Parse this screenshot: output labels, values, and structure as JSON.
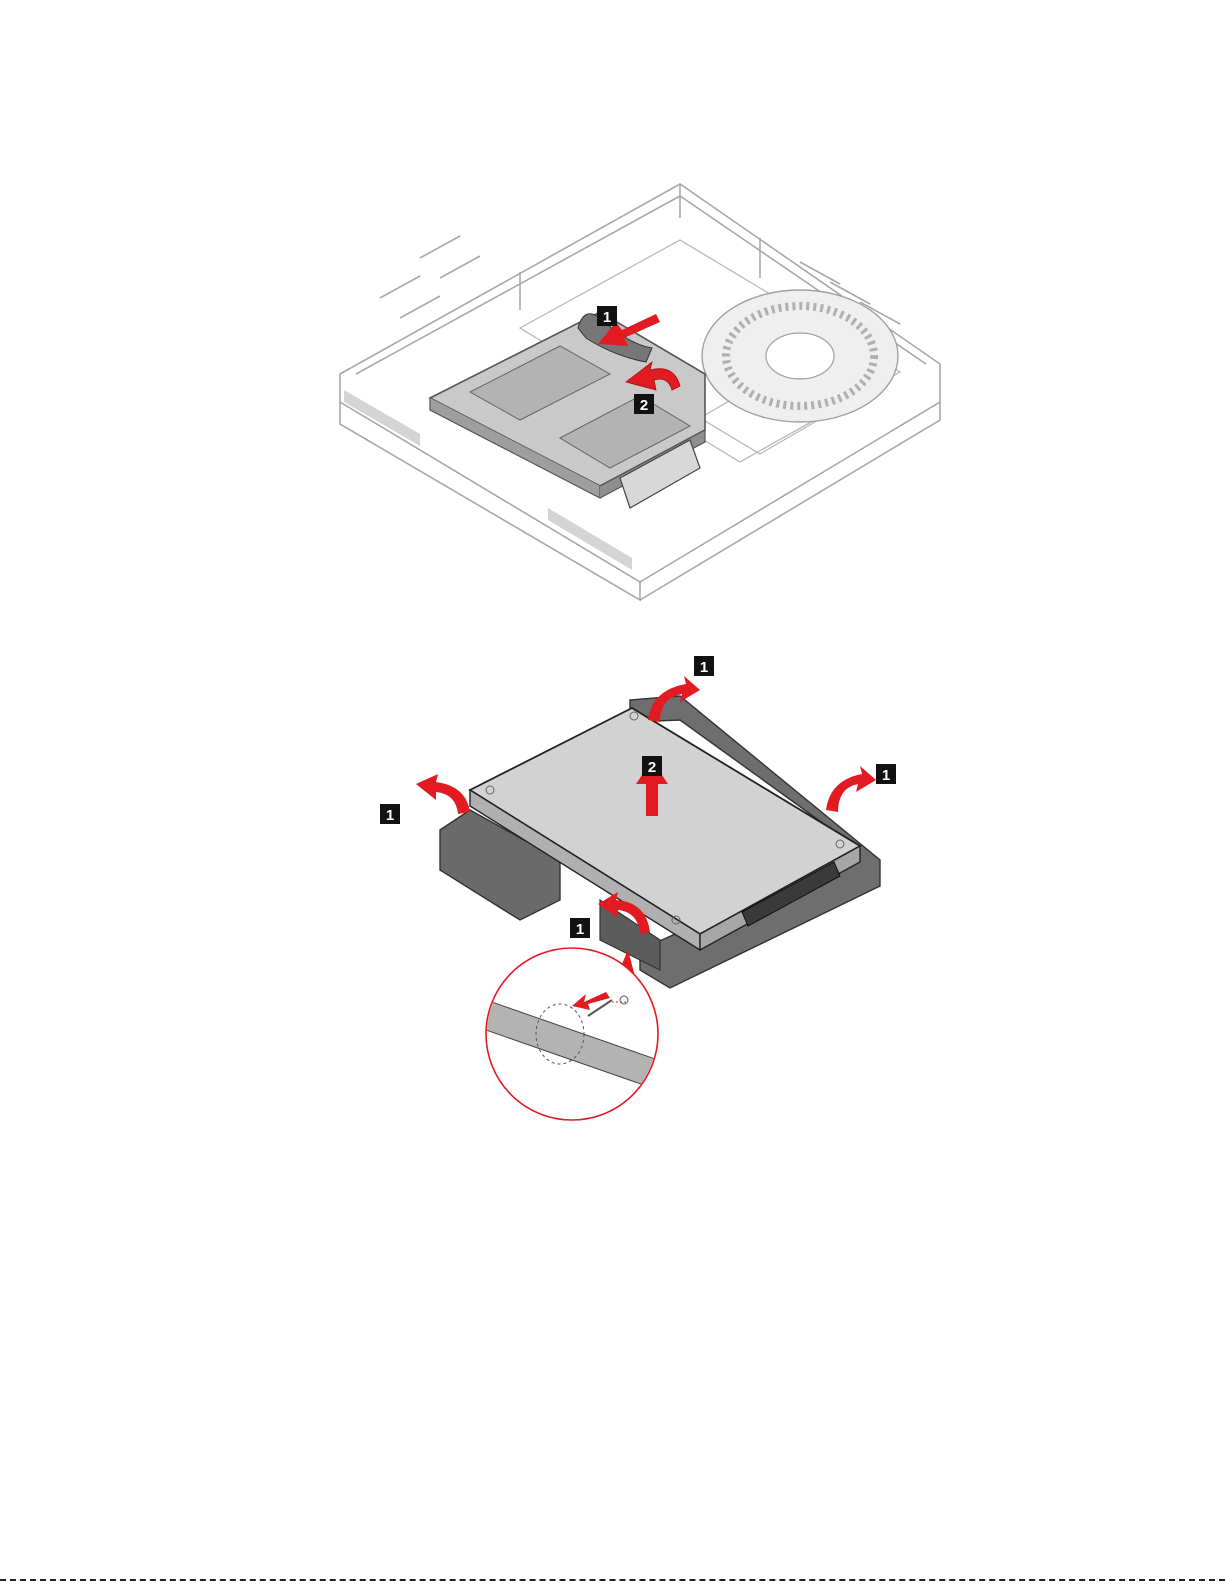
{
  "figure1": {
    "callouts": [
      {
        "label": "1"
      },
      {
        "label": "2"
      }
    ]
  },
  "figure2": {
    "callouts": [
      {
        "label": "1"
      },
      {
        "label": "1"
      },
      {
        "label": "1"
      },
      {
        "label": "1"
      },
      {
        "label": "2"
      }
    ]
  },
  "colors": {
    "arrow": "#e21b22",
    "callout_bg": "#111111",
    "line": "#9a9a9a",
    "metal": "#c9c9c9",
    "dark_plastic": "#6e6e6e"
  }
}
